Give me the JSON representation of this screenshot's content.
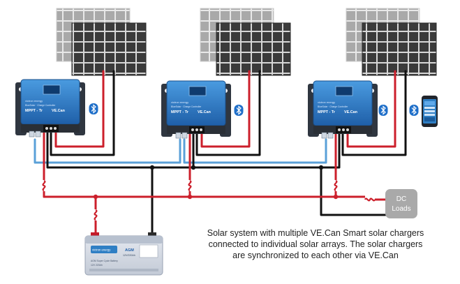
{
  "charger": {
    "brand": "victron energy",
    "model_line": "BlueSolar · Charge Controller",
    "model_left": "MPPT - Tr",
    "model_right": "VE.Can"
  },
  "dc_loads": {
    "line1": "DC",
    "line2": "Loads"
  },
  "battery": {
    "brand": "victron energy",
    "type": "AGM",
    "capacity": "12V/220Ah",
    "line1": "AGM Super Cycle Battery",
    "line2": "12V 220Ah"
  },
  "caption": {
    "line1": "Solar system with multiple VE.Can Smart solar chargers",
    "line2": "connected to individual solar arrays. The solar chargers",
    "line3": "are synchronized to each other via VE.Can"
  },
  "icons": [
    "bluetooth-icon",
    "smartphone-icon",
    "fuse-icon",
    "solar-panel-icon"
  ],
  "colors": {
    "positive_wire": "#cc1f2b",
    "negative_wire": "#111111",
    "vecan_cable": "#5aa0d8",
    "charger_blue": "#2f7fc4",
    "panel_dark": "#3a3a3a",
    "panel_light": "#a7a7a7"
  }
}
